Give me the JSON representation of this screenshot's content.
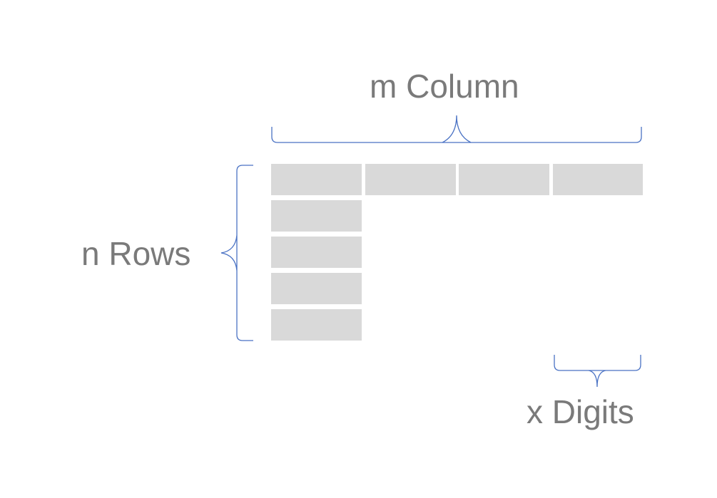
{
  "labels": {
    "columns": "m Column",
    "rows": "n Rows",
    "digits": "x Digits"
  },
  "colors": {
    "cell_fill": "#d9d9d9",
    "bracket_stroke": "#4a72c4",
    "text": "#7a7a7a",
    "background": "#ffffff"
  },
  "grid": {
    "header_columns": 4,
    "extra_rows": 4
  }
}
